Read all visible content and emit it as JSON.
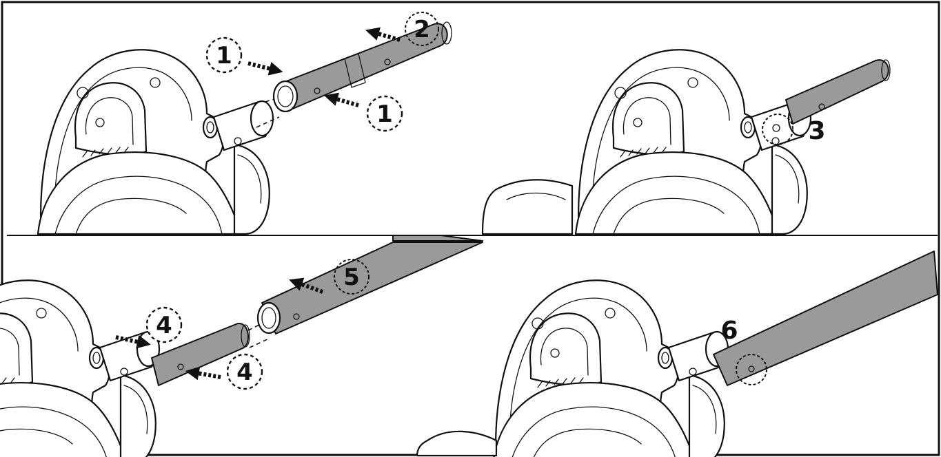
{
  "steps": {
    "step1_left": "1",
    "step1_right": "1",
    "step2": "2",
    "step3": "3",
    "step4_left": "4",
    "step4_right": "4",
    "step5": "5",
    "step6": "6"
  },
  "colors": {
    "pipe": "#9a9a9a",
    "line": "#111111",
    "panel_divider": "#111111"
  },
  "icons": [
    "arrow-icon",
    "dashed-circle-callout",
    "pipe-tube",
    "mount-bracket"
  ]
}
